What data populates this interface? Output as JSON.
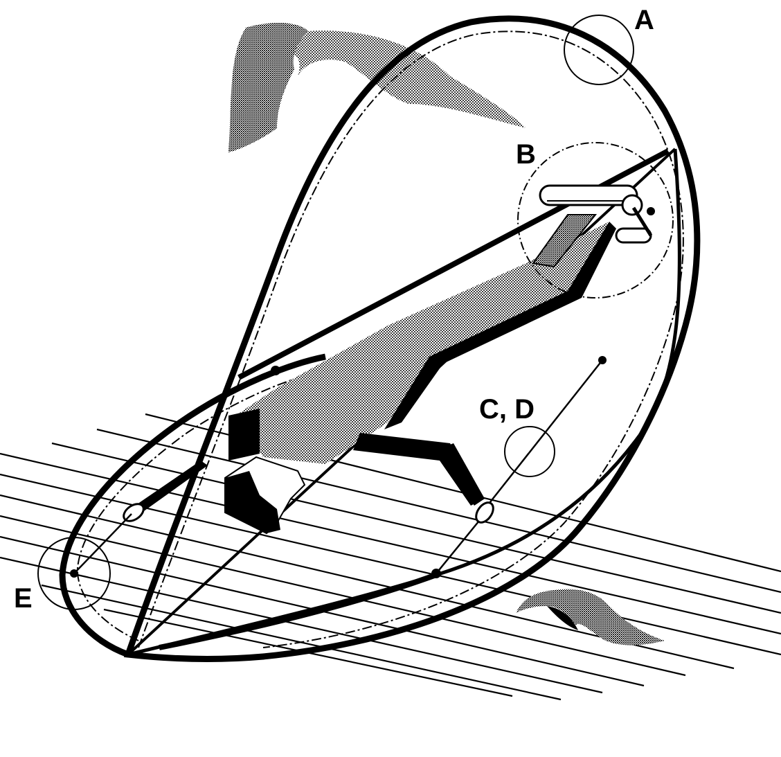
{
  "labels": {
    "a": "A",
    "b": "B",
    "cd": "C, D",
    "e": "E"
  },
  "colors": {
    "ink": "#000000",
    "paper": "#ffffff",
    "stipple": "#9a9a9a"
  }
}
